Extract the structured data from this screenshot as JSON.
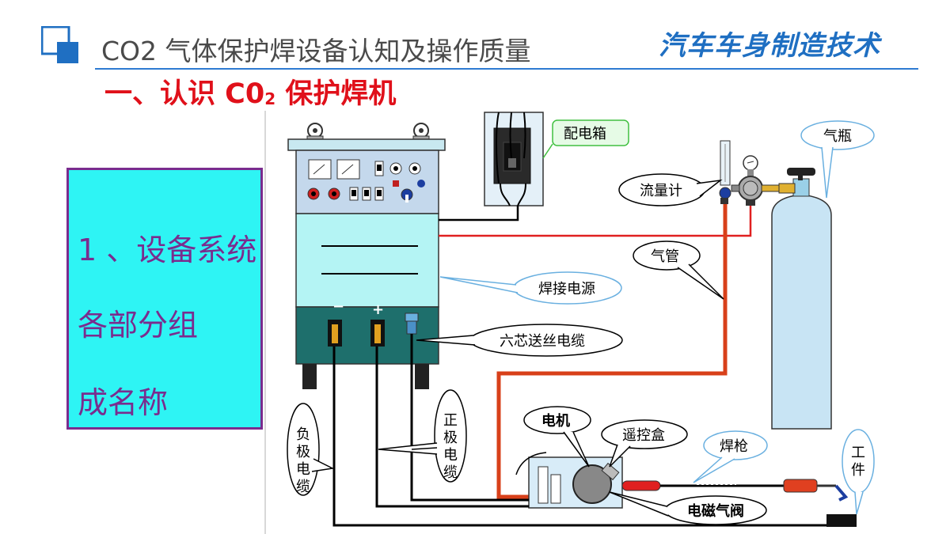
{
  "header": {
    "title": "CO2 气体保护焊设备认知及操作质量",
    "brand": "汽车车身制造技术"
  },
  "section": {
    "title_main": "一、认识 C0",
    "title_sub": "2",
    "title_tail": " 保护焊机"
  },
  "panel": {
    "line1": "1 、设备系统",
    "line2": "各部分组",
    "line3": "成名称"
  },
  "labels": {
    "distribution_box": "配电箱",
    "gas_cylinder": "气瓶",
    "flowmeter": "流量计",
    "gas_pipe": "气管",
    "welding_power": "焊接电源",
    "six_core_cable": "六芯送丝电缆",
    "motor": "电机",
    "remote_box": "遥控盒",
    "welding_gun": "焊枪",
    "workpiece": "工件",
    "negative_cable": "负极电缆",
    "positive_cable": "正极电缆",
    "solenoid_valve": "电磁气阀",
    "minus_sign": "−",
    "plus_sign": "+"
  },
  "colors": {
    "brand_blue": "#1f6fc2",
    "section_red": "#e0101a",
    "panel_cyan": "#2ef4f4",
    "panel_border": "#7a2c8e",
    "gas_line_red": "#e02020",
    "gas_hose_orange": "#d8401a",
    "cylinder_blue": "#c8e4f4",
    "power_body": "#b4f4f4",
    "power_base": "#1e6f6c"
  }
}
